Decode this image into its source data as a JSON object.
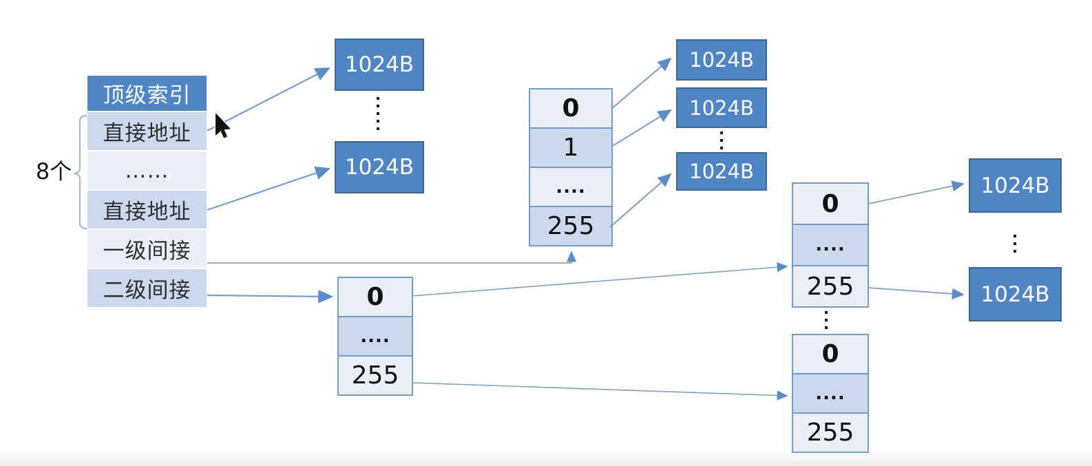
{
  "slide": {
    "count_label": "8个",
    "tier_table": {
      "header": "顶级索引",
      "rows": [
        "直接地址",
        "……",
        "直接地址",
        "一级间接",
        "二级间接"
      ]
    },
    "data_blocks": [
      "1024B",
      "1024B",
      "1024B",
      "1024B",
      "1024B",
      "1024B",
      "1024B"
    ],
    "index_tables": {
      "single_indirect": [
        "0",
        "1",
        "....",
        "255"
      ],
      "double_l1": [
        "0",
        "....",
        "255"
      ],
      "double_l2_top": [
        "0",
        "....",
        "255"
      ],
      "double_l2_bottom": [
        "0",
        "....",
        "255"
      ]
    },
    "colors": {
      "accent_blue": "#4e86c5",
      "block_border": "#3f6593",
      "table_border": "#6f9bd0",
      "cell_light": "#eaeef7",
      "cell_dark": "#ccd8ec",
      "arrow_blue": "#6f9ed9",
      "line_gray": "#8a8a8a"
    }
  }
}
